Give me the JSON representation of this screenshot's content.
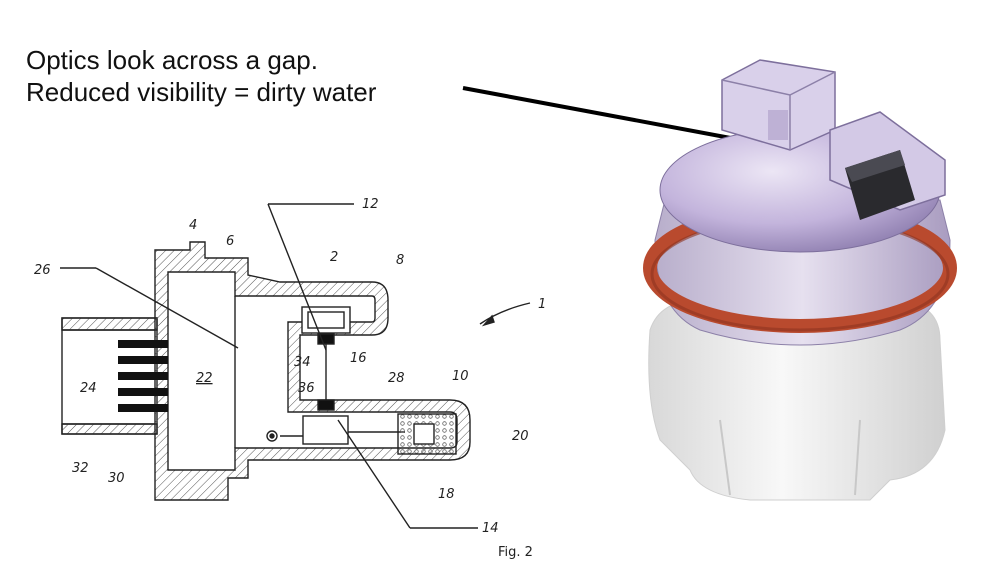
{
  "caption": {
    "line1": "Optics look across a gap.",
    "line2": "Reduced visibility = dirty water"
  },
  "diagram": {
    "labels": [
      "1",
      "2",
      "4",
      "6",
      "8",
      "10",
      "12",
      "14",
      "16",
      "18",
      "20",
      "22",
      "24",
      "26",
      "28",
      "30",
      "32",
      "34",
      "36"
    ],
    "figure": "Fig. 2"
  }
}
